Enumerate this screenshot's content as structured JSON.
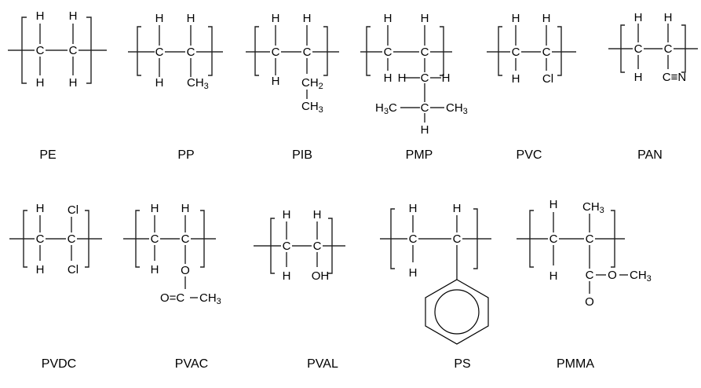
{
  "labels": {
    "pe": "PE",
    "pp": "PP",
    "pib": "PIB",
    "pmp": "PMP",
    "pvc": "PVC",
    "pan": "PAN",
    "pvdc": "PVDC",
    "pvac": "PVAC",
    "pval": "PVAL",
    "ps": "PS",
    "pmma": "PMMA"
  },
  "atoms": {
    "c": "C",
    "h": "H",
    "cl": "Cl",
    "o": "O",
    "oh": "OH",
    "ch3": "CH3",
    "ch2": "CH2",
    "cn": "C≡N",
    "h3c": "H3C",
    "o_eq_c": "O=C",
    "coo": "C—O—CH3"
  }
}
